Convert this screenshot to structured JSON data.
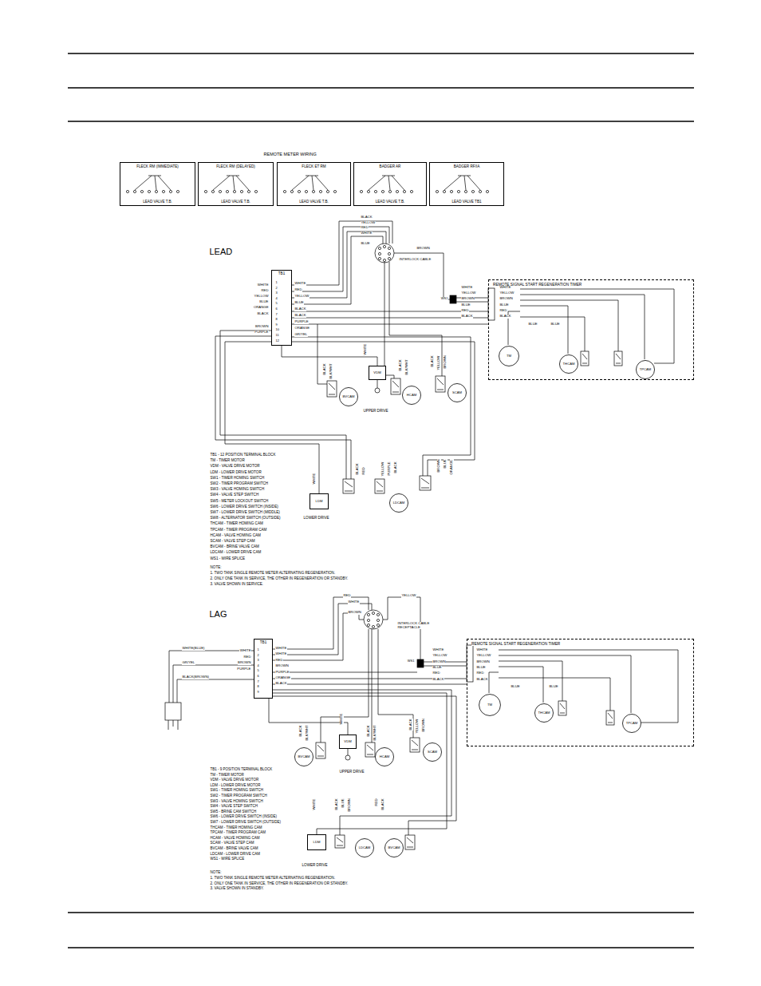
{
  "diagram": {
    "nodes": [
      {
        "text": [
          "FLECK RM (IMMEDIATE)",
          "LEAD VALVE T.B."
        ]
      },
      {
        "text": [
          "FLECK RM (DELAYED)",
          "LEAD VALVE T.B."
        ]
      },
      {
        "text": [
          "FLECK ET RM",
          "LEAD VALVE T.B."
        ]
      },
      {
        "text": [
          "BADGER AR",
          "LEAD VALVE T.B."
        ]
      },
      {
        "text": [
          "BADGER RF/IA",
          "LEAD VALVE TB1"
        ]
      },
      {
        "text": [
          "TB1"
        ]
      },
      {
        "text": [
          "REMOTE SIGNAL START REGENERATION TIMER"
        ]
      },
      {
        "text": [
          "TM"
        ],
        "in": 6
      },
      {
        "text": [
          "THCAM"
        ],
        "in": 6
      },
      {
        "text": [
          "TPCAM"
        ],
        "in": 6
      },
      {
        "text": [
          "BVCAM"
        ]
      },
      {
        "text": [
          "VDM"
        ]
      },
      {
        "text": [
          "HCAM"
        ]
      },
      {
        "text": [
          "SCAM"
        ]
      },
      {
        "text": [
          "LDM"
        ]
      },
      {
        "text": [
          "LDCAM"
        ]
      },
      {
        "text": [
          "TB1"
        ]
      },
      {
        "text": [
          "REMOTE SIGNAL START REGENERATION TIMER"
        ]
      },
      {
        "text": [
          "TM"
        ],
        "in": 17
      },
      {
        "text": [
          "THCAM"
        ],
        "in": 17
      },
      {
        "text": [
          "TPCAM"
        ],
        "in": 17
      },
      {
        "text": [
          "BVCAM"
        ]
      },
      {
        "text": [
          "VDM"
        ]
      },
      {
        "text": [
          "HCAM"
        ]
      },
      {
        "text": [
          "SCAM"
        ]
      },
      {
        "text": [
          "LDM"
        ]
      },
      {
        "text": [
          "LDCAM"
        ]
      },
      {
        "text": [
          "BVCAM"
        ]
      }
    ],
    "edges": [
      {
        "from": 5,
        "to": 6,
        "arrow": "none"
      },
      {
        "from": 5,
        "to": 11,
        "arrow": "none"
      },
      {
        "from": 5,
        "to": 14,
        "arrow": "none"
      },
      {
        "from": 16,
        "to": 17,
        "arrow": "none"
      },
      {
        "from": 16,
        "to": 22,
        "arrow": "none"
      },
      {
        "from": 16,
        "to": 25,
        "arrow": "none"
      }
    ],
    "labels": [
      "REMOTE METER WIRING",
      "LEAD",
      "BLACK",
      "YELLOW",
      "RED",
      "WHITE",
      "BLUE",
      "BROWN",
      "INTERLOCK CABLE",
      "WHITE",
      "RED",
      "YELLOW",
      "BLUE",
      "ORANGE",
      "BLACK",
      "BROWN",
      "PURPLE",
      "1",
      "2",
      "3",
      "4",
      "5",
      "6",
      "7",
      "8",
      "9",
      "10",
      "11",
      "12",
      "WHITE",
      "RED",
      "YELLOW",
      "BLUE",
      "BLACK",
      "BLACK",
      "PURPLE",
      "ORANGE",
      "GR/YEL",
      "BLACK",
      "BLK/WHT",
      "WHITE",
      "BLACK",
      "BLK/WHT",
      "BLACK",
      "YELLOW",
      "BROWN",
      "UPPER DRIVE",
      "WS1",
      "WHITE",
      "YELLOW",
      "BROWN",
      "BLUE",
      "RED",
      "BLACK",
      "WHITE",
      "YELLOW",
      "BROWN",
      "BLUE",
      "RED",
      "BLACK",
      "BLUE",
      "BLUE",
      "TB1 - 12 POSITION TERMINAL BLOCK",
      "TM - TIMER MOTOR",
      "VDM - VALVE DRIVE MOTOR",
      "LDM - LOWER DRIVE MOTOR",
      "SW1 - TIMER HOMING SWITCH",
      "SW2 - TIMER PROGRAM SWITCH",
      "SW3 - VALVE HOMING SWITCH",
      "SW4 - VALVE STEP SWITCH",
      "SW5 - METER LOCKOUT SWITCH",
      "SW6 - LOWER DRIVE SWITCH (INSIDE)",
      "SW7 - LOWER DRIVE SWITCH (MIDDLE)",
      "SW8 - ALTERNATOR SWITCH (OUTSIDE)",
      "THCAM - TIMER HOMING CAM",
      "TPCAM - TIMER PROGRAM CAM",
      "HCAM - VALVE HOMING CAM",
      "SCAM - VALVE STEP CAM",
      "BVCAM - BRINE VALVE CAM",
      "LDCAM - LOWER DRIVE CAM",
      "WS1 - WIRE SPLICE",
      "LOWER DRIVE",
      "WHITE",
      "BLACK",
      "RED",
      "YELLOW",
      "PURPLE",
      "BLACK",
      "BROWN",
      "BLUE",
      "ORANGE",
      "NOTE:",
      "1. TWO TANK SINGLE REMOTE METER ALTERNATING REGENERATION.",
      "2. ONLY ONE TANK IN SERVICE, THE OTHER IN REGENERATION OR STANDBY.",
      "3. VALVE SHOWN IN SERVICE.",
      "LAG",
      "RED",
      "WHITE",
      "BROWN",
      "YELLOW",
      "INTERLOCK CABLE RECEPTACLE",
      "WHITE(BLUE)",
      "GR/YEL",
      "BLACK(BROWN)",
      "WHITE",
      "RED",
      "BROWN",
      "PURPLE",
      "1",
      "2",
      "3",
      "4",
      "5",
      "6",
      "7",
      "8",
      "9",
      "WHITE",
      "WHITE",
      "RED",
      "BROWN",
      "PURPLE",
      "ORANGE",
      "BLACK",
      "WS1",
      "WHITE",
      "YELLOW",
      "BROWN",
      "BLUE",
      "RED",
      "BLACK",
      "WHITE",
      "YELLOW",
      "BROWN",
      "BLUE",
      "RED",
      "BLACK",
      "BLUE",
      "BLUE",
      "BLACK",
      "BLK/WHT",
      "WHITE",
      "BLACK",
      "BLK/WHT",
      "BLACK",
      "YELLOW",
      "BROWN",
      "UPPER DRIVE",
      "TB1 - 9 POSITION TERMINAL BLOCK",
      "TM - TIMER MOTOR",
      "VDM - VALVE DRIVE MOTOR",
      "LDM - LOWER DRIVE MOTOR",
      "SW1 - TIMER HOMING SWITCH",
      "SW2 - TIMER PROGRAM SWITCH",
      "SW3 - VALVE HOMING SWITCH",
      "SW4 - VALVE STEP SWITCH",
      "SW5 - BRINE CAM SWITCH",
      "SW6 - LOWER DRIVE SWITCH (INSIDE)",
      "SW7 - LOWER DRIVE SWITCH (OUTSIDE)",
      "THCAM - TIMER HOMING CAM",
      "TPCAM - TIMER PROGRAM CAM",
      "HCAM - VALVE HOMING CAM",
      "SCAM - VALVE STEP CAM",
      "BVCAM - BRINE VALVE CAM",
      "LDCAM - LOWER DRIVE CAM",
      "WS1 - WIRE SPLICE",
      "LOWER DRIVE",
      "WHITE",
      "BLACK",
      "BLUE",
      "BROWN",
      "RED",
      "BLACK",
      "NOTE:",
      "1. TWO TANK SINGLE REMOTE METER ALTERNATING REGENERATION.",
      "2. ONLY ONE TANK IN SERVICE, THE OTHER IN REGENERATION OR STANDBY.",
      "3. VALVE SHOWN IN STANDBY."
    ]
  }
}
